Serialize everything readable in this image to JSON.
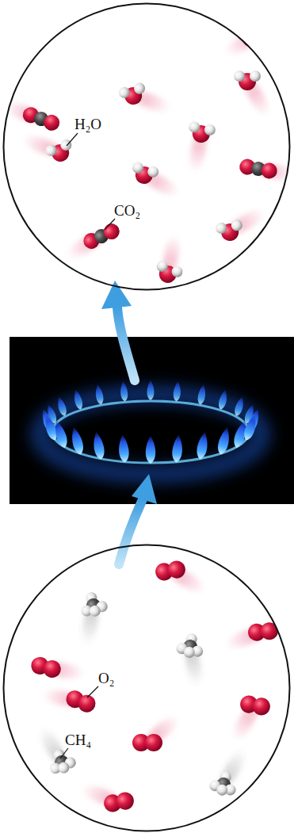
{
  "diagram": {
    "nodes": [
      {
        "text": [
          "H₂O",
          "CO₂"
        ]
      },
      {
        "text": [
          "O₂",
          "CH₄"
        ]
      }
    ]
  }
}
